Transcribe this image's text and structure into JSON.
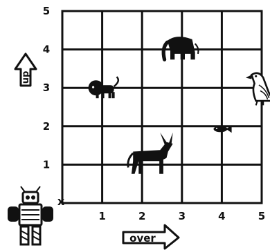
{
  "grid": {
    "x_ticks": [
      "1",
      "2",
      "3",
      "4",
      "5"
    ],
    "y_ticks": [
      "1",
      "2",
      "3",
      "4",
      "5"
    ],
    "origin_label": "x"
  },
  "labels": {
    "up": "up",
    "over": "over"
  },
  "animals": [
    {
      "name": "lion",
      "x": 1,
      "y": 3
    },
    {
      "name": "elephant",
      "x": 3,
      "y": 4
    },
    {
      "name": "donkey",
      "x": 2,
      "y": 1
    },
    {
      "name": "fish",
      "x": 4,
      "y": 2
    },
    {
      "name": "eagle",
      "x": 5,
      "y": 3
    }
  ],
  "colors": {
    "ink": "#111111",
    "background": "#ffffff"
  }
}
